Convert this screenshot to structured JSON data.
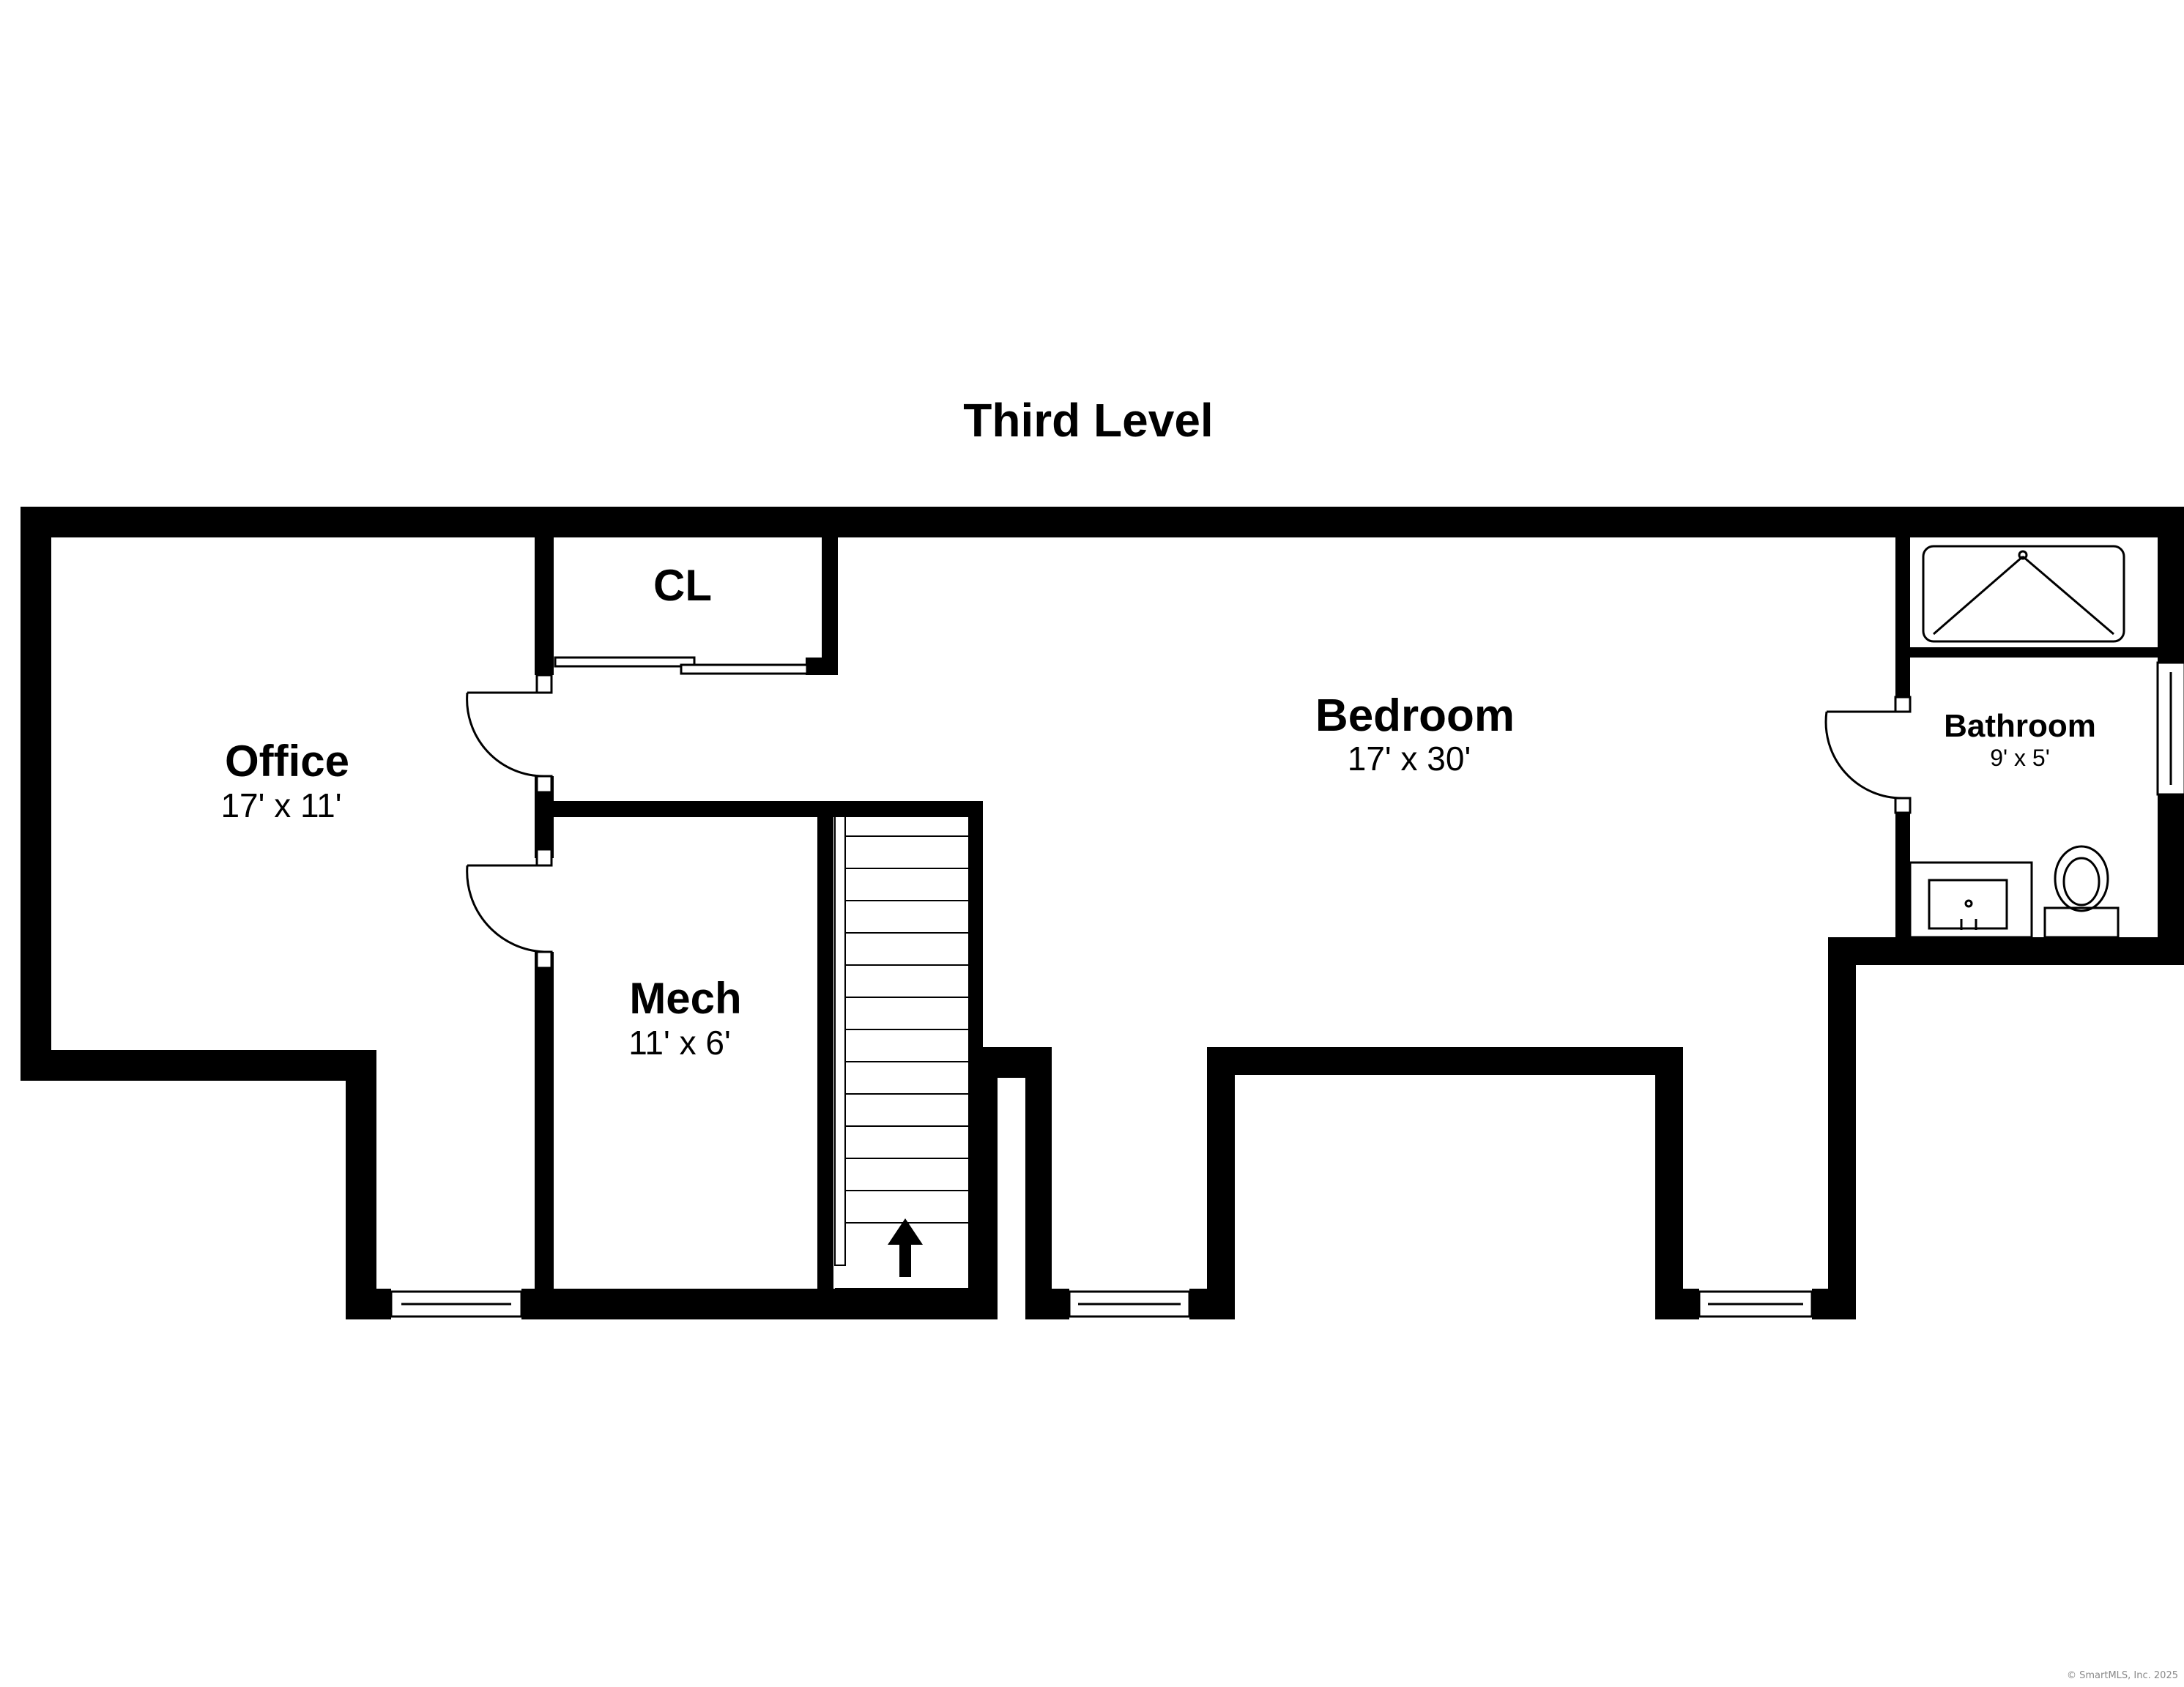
{
  "title": "Third Level",
  "colors": {
    "wall": "#000000",
    "fixture": "#000000",
    "background": "#ffffff",
    "copyright": "#888888"
  },
  "rooms": [
    {
      "key": "office",
      "name": "Office",
      "dims": "17' x 11'"
    },
    {
      "key": "closet",
      "name": "CL",
      "dims": ""
    },
    {
      "key": "bedroom",
      "name": "Bedroom",
      "dims": "17' x 30'"
    },
    {
      "key": "bathroom",
      "name": "Bathroom",
      "dims": "9' x 5'"
    },
    {
      "key": "mech",
      "name": "Mech",
      "dims": "11' x 6'"
    }
  ],
  "stairs": {
    "direction": "up",
    "arrow_icon": "arrow-up-icon"
  },
  "fixtures": [
    "shower-icon",
    "sink-icon",
    "toilet-icon"
  ],
  "copyright": "© SmartMLS, Inc. 2025"
}
